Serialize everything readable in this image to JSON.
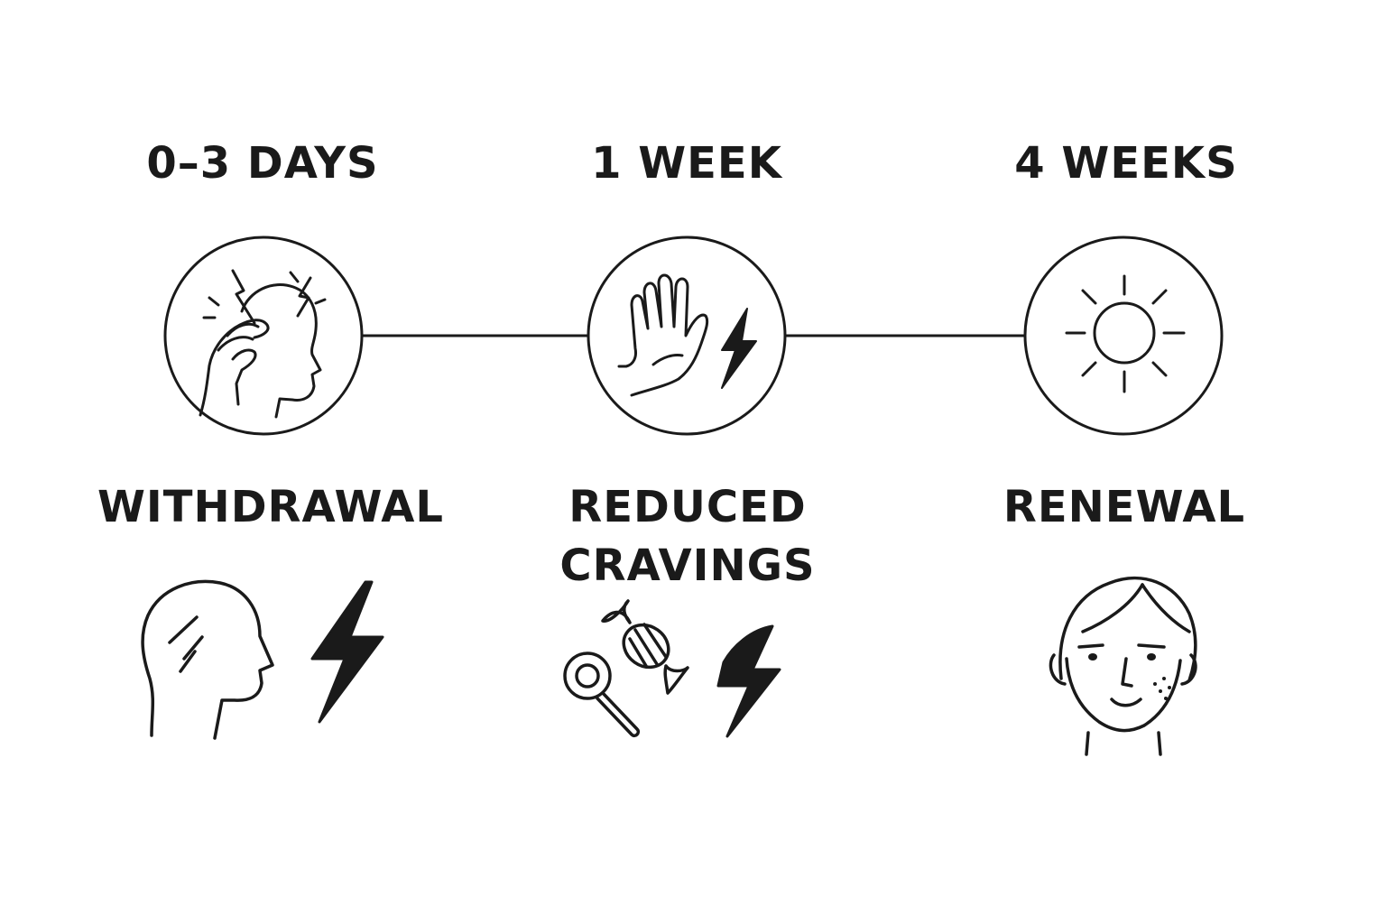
{
  "colors": {
    "ink": "#1a1a1a",
    "background": "#ffffff"
  },
  "stages": [
    {
      "time": "0–3 DAYS",
      "name_lines": [
        "WITHDRAWAL"
      ],
      "circle_icon": "head-pain-icon",
      "bottom_icons": [
        "head-profile-icon",
        "lightning-bolt-icon"
      ]
    },
    {
      "time": "1 WEEK",
      "name_lines": [
        "REDUCED",
        "CRAVINGS"
      ],
      "circle_icon": "stop-hand-icon",
      "bottom_icons": [
        "candy-icon",
        "lightning-bolt-icon"
      ]
    },
    {
      "time": "4 WEEKS",
      "name_lines": [
        "RENEWAL"
      ],
      "circle_icon": "sun-icon",
      "bottom_icons": [
        "smiling-face-icon"
      ]
    }
  ]
}
